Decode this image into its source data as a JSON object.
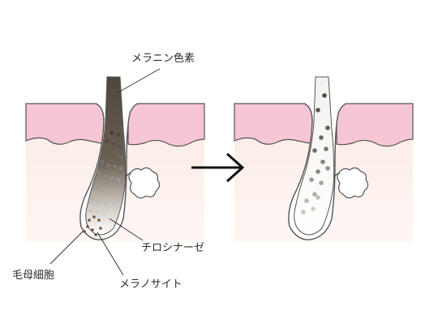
{
  "labels": {
    "melanin_pigment": "メラニン色素",
    "tyrosinase": "チロシナーゼ",
    "hair_matrix_cell": "毛母細胞",
    "melanocyte": "メラノサイト"
  },
  "colors": {
    "background": "#ffffff",
    "epidermis_pink": "#f6c6d4",
    "dermis": "#fbeee8",
    "outline": "#555555",
    "hair_dark": "#5a5044",
    "pigment_dot": "#5e5448",
    "arrow": "#111111"
  },
  "panels": [
    "before",
    "after"
  ],
  "arrow_icon": "right-arrow-icon"
}
